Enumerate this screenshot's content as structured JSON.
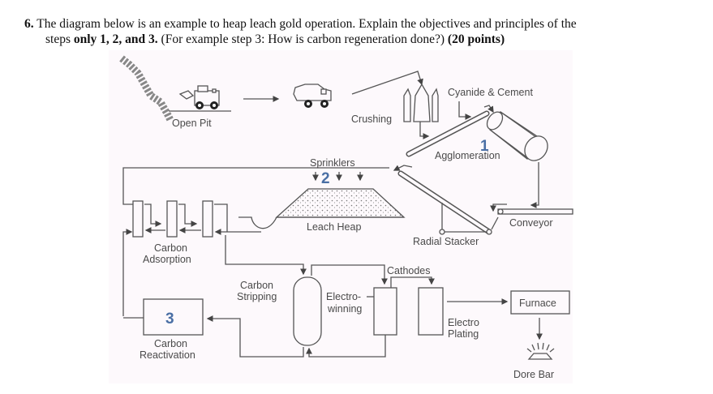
{
  "question": {
    "number": "6.",
    "line1": "The diagram below is an example to heap leach gold operation. Explain the objectives and principles of the",
    "line2_prefix": "steps ",
    "line2_bold1": "only 1, 2, and 3.",
    "line2_mid": " (For example step 3: How is carbon regeneration done?) ",
    "line2_bold2": "(20 points)"
  },
  "diagram": {
    "labels": {
      "open_pit": "Open Pit",
      "crushing": "Crushing",
      "cyanide_cement": "Cyanide & Cement",
      "agglomeration": "Agglomeration",
      "sprinklers": "Sprinklers",
      "leach_heap": "Leach Heap",
      "conveyor": "Conveyor",
      "radial_stacker": "Radial Stacker",
      "carbon_adsorption_1": "Carbon",
      "carbon_adsorption_2": "Adsorption",
      "cathodes": "Cathodes",
      "carbon_stripping_1": "Carbon",
      "carbon_stripping_2": "Stripping",
      "electrowinning_1": "Electro-",
      "electrowinning_2": "winning",
      "furnace": "Furnace",
      "electro_plating_1": "Electro",
      "electro_plating_2": "Plating",
      "carbon_reactivation_1": "Carbon",
      "carbon_reactivation_2": "Reactivation",
      "dore_bar": "Dore Bar"
    },
    "steps": {
      "step1": "1",
      "step2": "2",
      "step3": "3"
    },
    "colors": {
      "step_number": "#4a6fa5",
      "line": "#555555",
      "panel_background": "#fdf9fc"
    }
  }
}
